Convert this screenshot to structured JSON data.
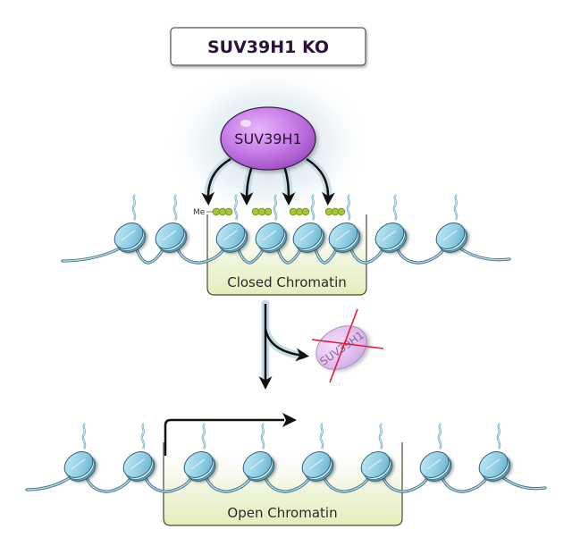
{
  "title": "SUV39H1 KO",
  "enzyme": {
    "label": "SUV39H1",
    "color": "#c77be6",
    "outline": "#3a2048"
  },
  "knocked_out_enzyme": {
    "label": "SUV39H1",
    "color": "#e3c2f0",
    "cross_color": "#e8173c"
  },
  "methyl_mark": {
    "label": "Me",
    "color": "#a6c832",
    "count_per_histone": 3
  },
  "closed_chromatin": {
    "label": "Closed Chromatin",
    "region_color": "#e9f2c8",
    "nucleosomes_total": 8,
    "nucleosomes_in_region": 4,
    "methylated_nucleosomes": 4
  },
  "open_chromatin": {
    "label": "Open Chromatin",
    "region_color": "#e9f2c8",
    "nucleosomes_total": 8,
    "nucleosomes_in_region": 4
  },
  "nucleosome_color": "#8fd0e6",
  "arrows": {
    "methylation_arrows": 4,
    "transcription_arrow": "transcription start",
    "process_arrow": "loss of SUV39H1"
  }
}
